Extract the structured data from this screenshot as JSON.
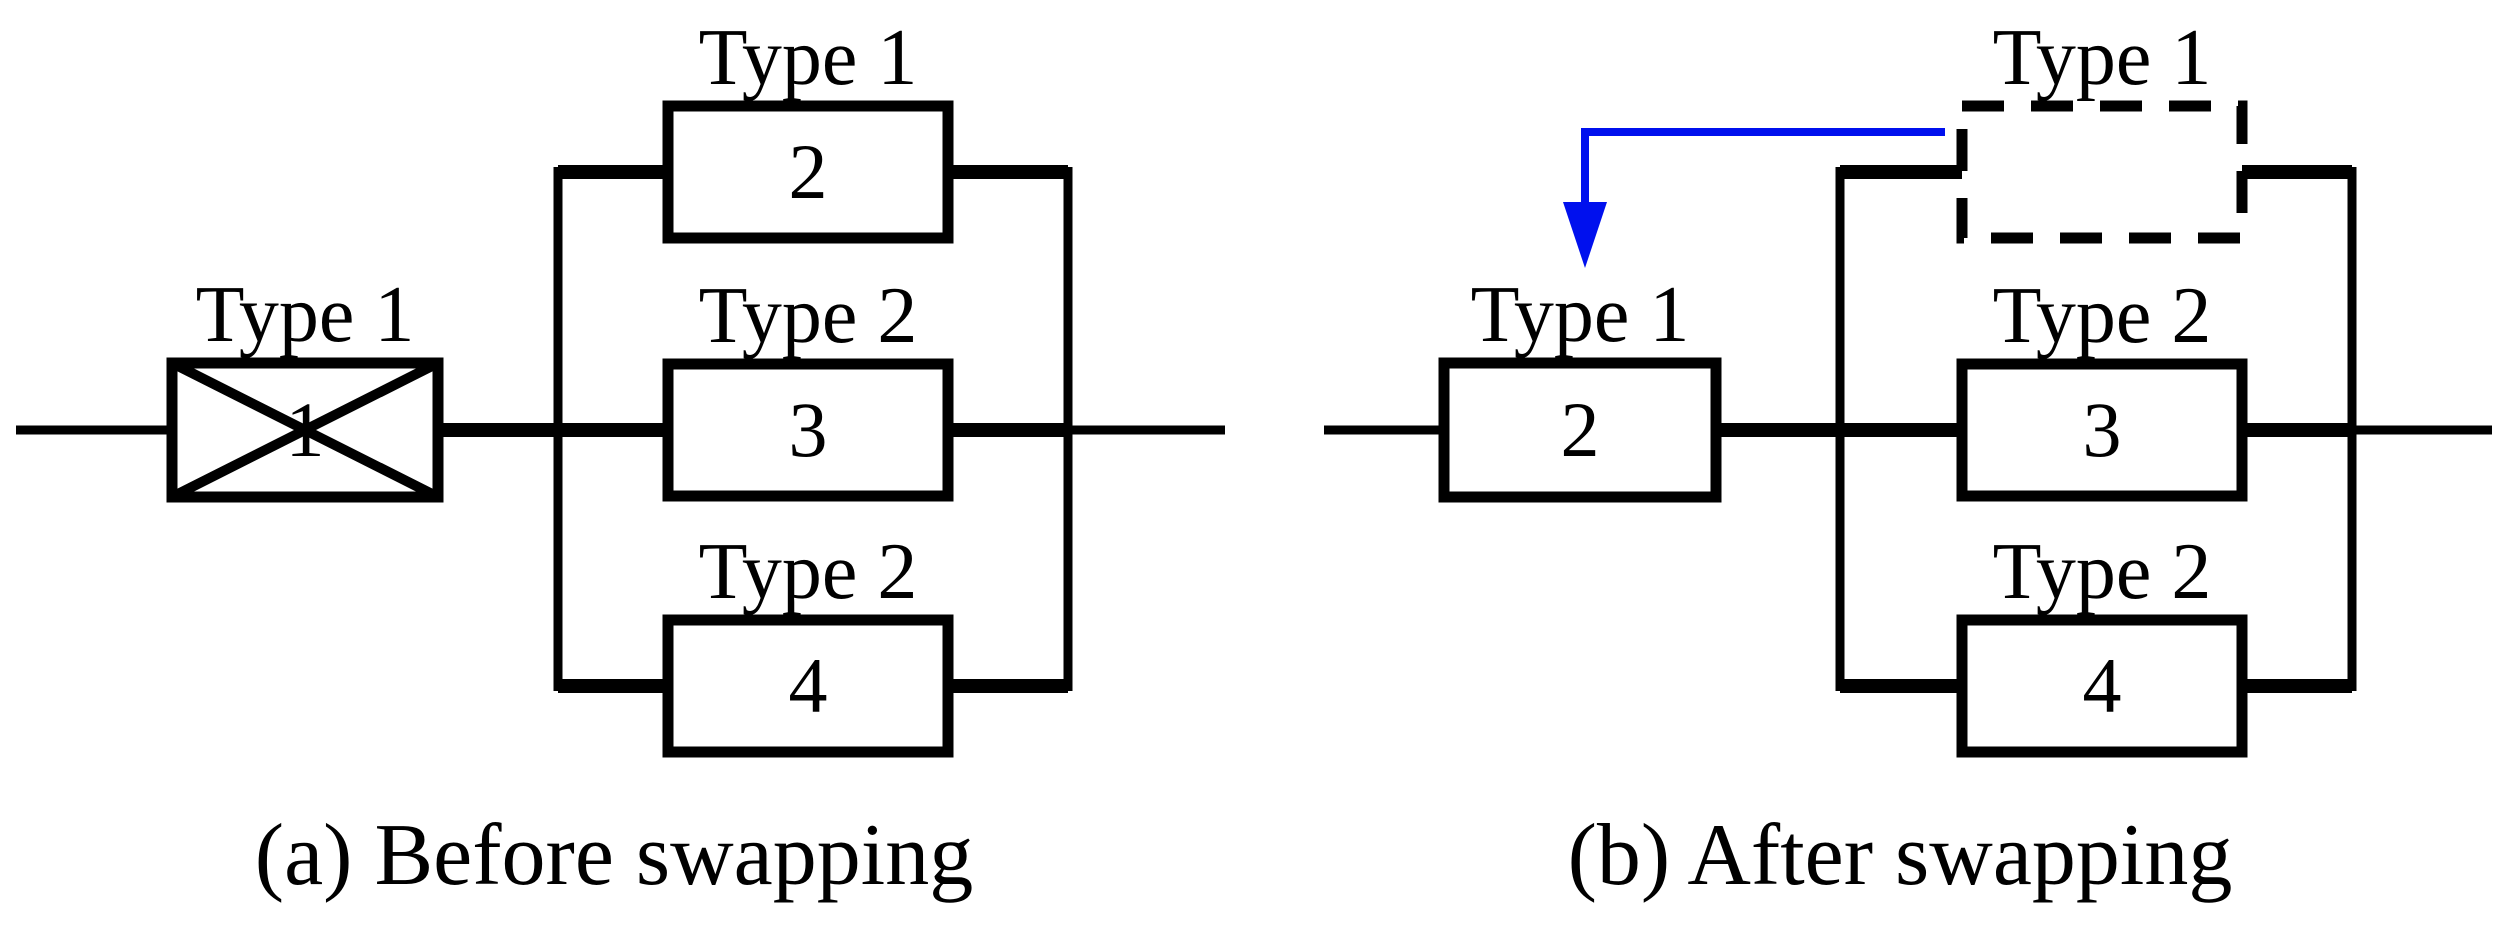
{
  "figure": {
    "description": "Reliability block diagram before and after component swapping",
    "colors": {
      "diagram_line": "#000000",
      "swap_arrow": "#0010ee",
      "background": "#ffffff"
    },
    "panels": [
      {
        "label": "a",
        "caption": "(a) Before swapping",
        "series": {
          "type": "Type 1",
          "id": "1",
          "state": "failed-crossed-out"
        },
        "branches": [
          {
            "type": "Type 1",
            "id": "2",
            "style": "solid"
          },
          {
            "type": "Type 2",
            "id": "3",
            "style": "solid"
          },
          {
            "type": "Type 2",
            "id": "4",
            "style": "solid"
          }
        ]
      },
      {
        "label": "b",
        "caption": "(b) After swapping",
        "series": {
          "type": "Type 1",
          "id": "2",
          "state": "ok"
        },
        "branches": [
          {
            "type": "Type 1",
            "id": "",
            "style": "dashed-empty"
          },
          {
            "type": "Type 2",
            "id": "3",
            "style": "solid"
          },
          {
            "type": "Type 2",
            "id": "4",
            "style": "solid"
          }
        ]
      }
    ]
  }
}
